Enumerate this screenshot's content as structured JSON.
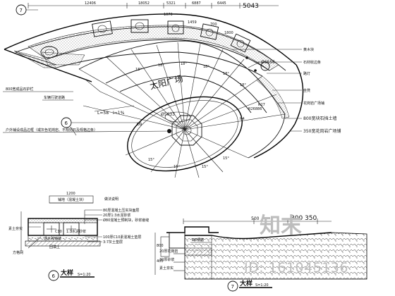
{
  "top_dims": [
    "12406",
    "18052",
    "5321",
    "6887",
    "6445"
  ],
  "top_dim_right": "5043",
  "fan_dims": [
    "1070",
    "1459",
    "700",
    "1800"
  ],
  "plaza_label": "太阳广场",
  "circle_dims": {
    "d1": "Ø5633",
    "d2": "Ø6556"
  },
  "radius_labels": {
    "r1": "R4",
    "r2": "R26886",
    "r3": "R27",
    "c1": "Ø9"
  },
  "slope_label": {
    "L": "L=58",
    "i": "I=1%"
  },
  "angle_marks": [
    "18°",
    "18°",
    "18°",
    "18°",
    "18°",
    "18°",
    "15°",
    "15°",
    "15°",
    "15°"
  ],
  "callout_markers": {
    "m7": "7",
    "m6": "6"
  },
  "right_labels": [
    "黄木块",
    "石材收边条",
    "路灯",
    "坐凳",
    "花岗岩广场铺",
    "800宽块石挡土墙",
    "350宽花岗岩广场铺"
  ],
  "left_labels": [
    "800宽成品石护栏",
    "车辆行驶道路",
    "户外铺设成品边框（或灰色花岗岩、不规则石及规格边条）"
  ],
  "section6": {
    "heading": "做法说明",
    "layers": [
      "80厚混凝土压实块面层",
      "20厚1:3水泥砂浆",
      "Ø80混凝土预制块，砂浆嵌缝",
      "100厚C10素混凝土垫层",
      "3:7灰土垫层"
    ],
    "side_notes": [
      "透水砖铺装",
      "方格网",
      "素土夯实"
    ],
    "width_dim": "1200",
    "base_labels": [
      "C10",
      "1:3水泥砂浆",
      "回填土"
    ],
    "note_left": "铺地（混凝土块）"
  },
  "section7": {
    "dims": [
      "800",
      "350",
      "500"
    ],
    "layers": [
      "Ø8钢筋",
      "20厚花岗岩",
      "30厚砂浆",
      "素土夯实"
    ],
    "height_dims": [
      "800",
      "400"
    ]
  },
  "title6": {
    "marker": "6",
    "text": "大样",
    "scale": "S=1:20"
  },
  "title7": {
    "marker": "7",
    "text": "大样",
    "scale": "S=1:20"
  },
  "watermark": {
    "text": "知末",
    "id": "ID: 161045136"
  }
}
